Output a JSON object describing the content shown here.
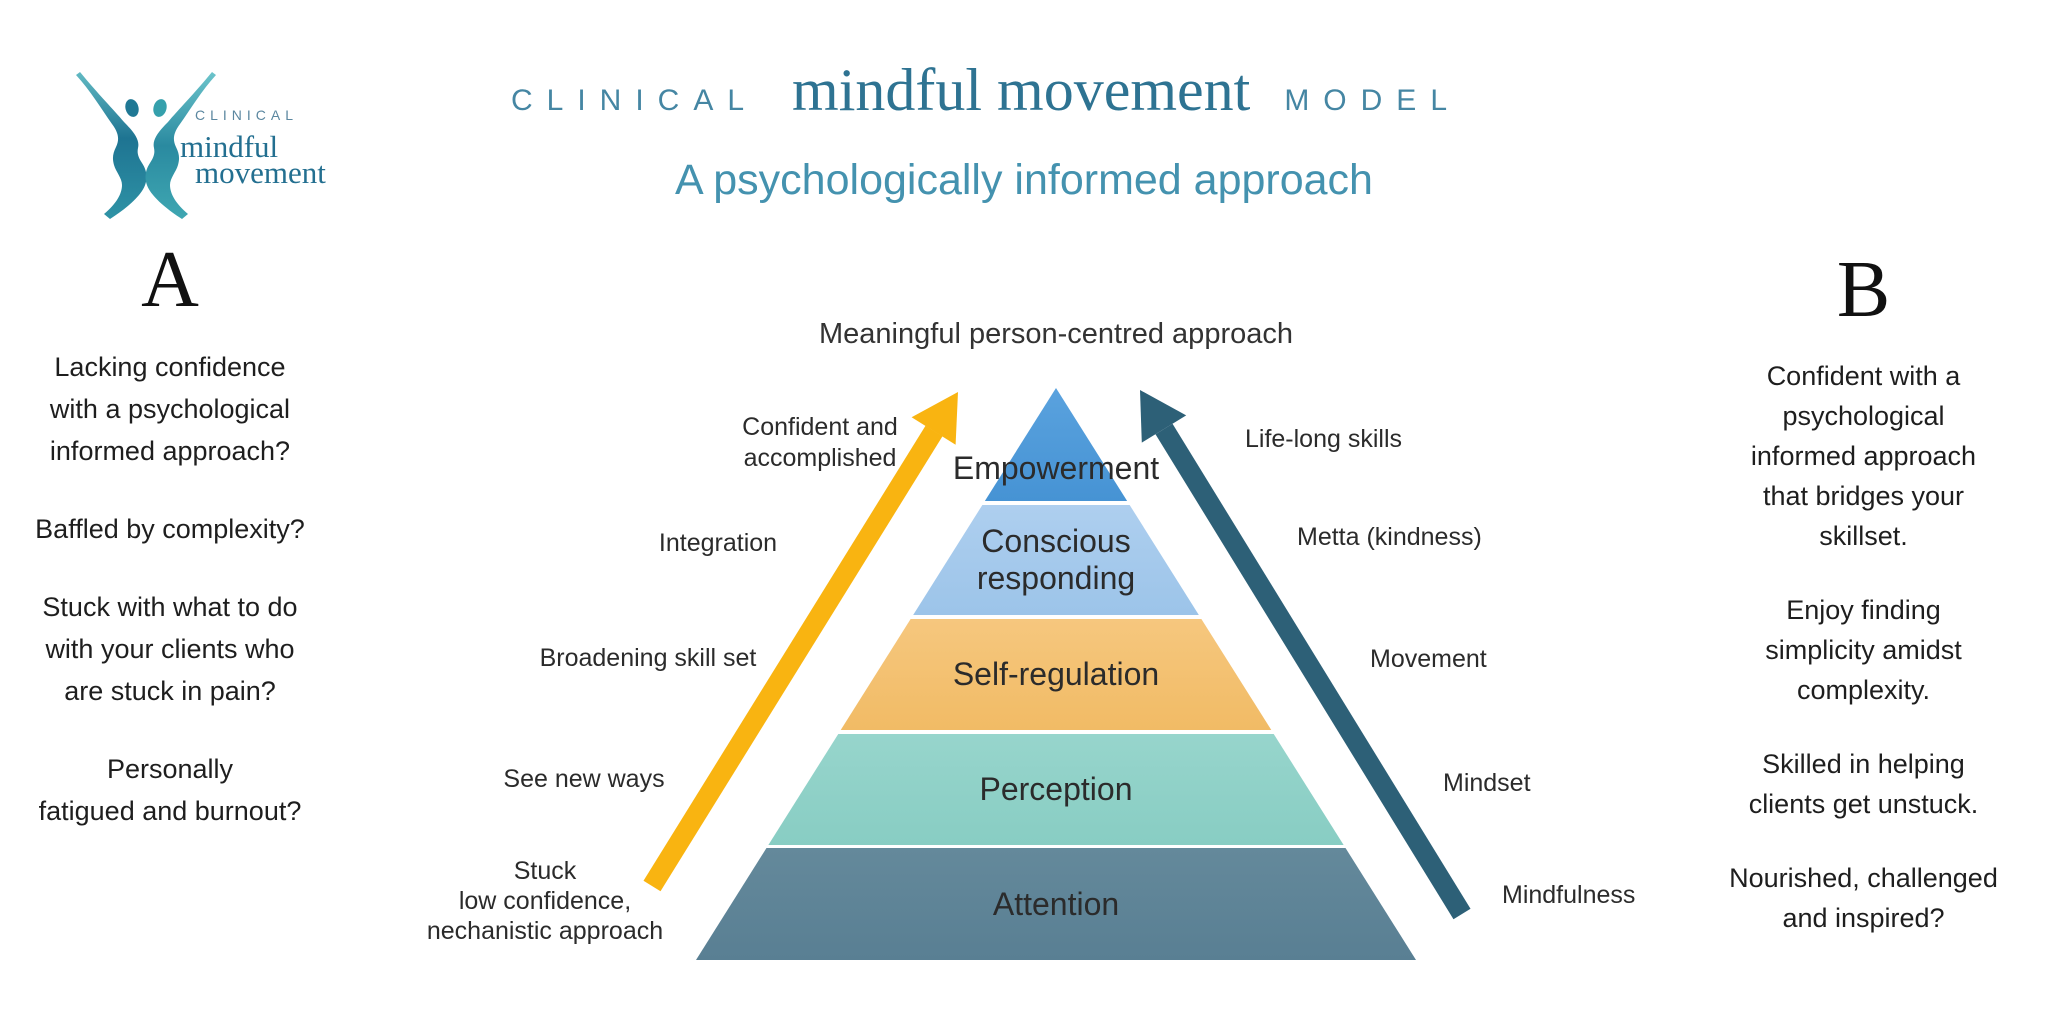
{
  "logo": {
    "caps": "CLINICAL",
    "serif_line1": "mindful",
    "serif_line2": "movement"
  },
  "header": {
    "title_caps_left": "CLINICAL",
    "title_main": "mindful movement",
    "title_caps_right": "MODEL",
    "subtitle": "A psychologically informed approach"
  },
  "caption": "Meaningful person-centred approach",
  "column_a": {
    "heading": "A",
    "items": [
      "Lacking confidence\nwith a psychological\ninformed approach?",
      "Baffled by complexity?",
      "Stuck with what to  do\nwith your clients who\nare stuck in pain?",
      "Personally\nfatigued and burnout?"
    ]
  },
  "column_b": {
    "heading": "B",
    "items": [
      "Confident with a\npsychological\ninformed approach\nthat bridges your\nskillset.",
      "Enjoy finding\nsimplicity amidst\ncomplexity.",
      "Skilled in helping\nclients get unstuck.",
      "Nourished, challenged\nand inspired?"
    ]
  },
  "pyramid": {
    "layers": [
      {
        "label": "Empowerment",
        "color_top": "#5aa2de",
        "color_bottom": "#4693d4"
      },
      {
        "label": "Conscious\nresponding",
        "color_top": "#aecfef",
        "color_bottom": "#9cc4e9"
      },
      {
        "label": "Self-regulation",
        "color_top": "#f6c77e",
        "color_bottom": "#f1bb65"
      },
      {
        "label": "Perception",
        "color_top": "#97d5cc",
        "color_bottom": "#88cdc3"
      },
      {
        "label": "Attention",
        "color_top": "#64899b",
        "color_bottom": "#597f93"
      }
    ]
  },
  "left_labels": [
    "Confident and\naccomplished",
    "Integration",
    "Broadening skill set",
    "See new ways",
    "Stuck\nlow confidence,\nnechanistic approach"
  ],
  "right_labels": [
    "Life-long skills",
    "Metta (kindness)",
    "Movement",
    "Mindset",
    "Mindfulness"
  ],
  "arrows": {
    "up_color": "#f9b411",
    "down_color": "#2d6077"
  },
  "brand": {
    "title_caps": "#4586a3",
    "title_serif": "#2e7392",
    "subtitle": "#4492af",
    "logo_caps": "#5b87a0",
    "logo_serif": "#236f90"
  }
}
